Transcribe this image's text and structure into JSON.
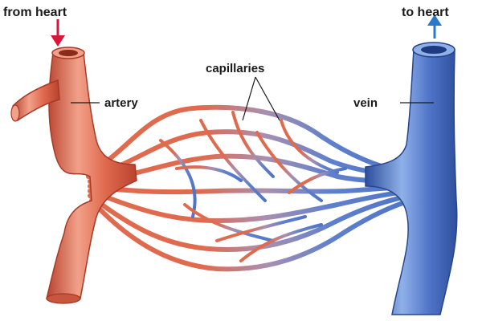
{
  "labels": {
    "from_heart": "from heart",
    "to_heart": "to heart",
    "artery": "artery",
    "vein": "vein",
    "capillaries": "capillaries"
  },
  "colors": {
    "artery": "#e06a4e",
    "artery_light": "#f2a08a",
    "artery_dark": "#b8432e",
    "vein": "#4f74c8",
    "vein_light": "#8fb0e8",
    "vein_dark": "#2e4f9c",
    "capillary_mid": "#a98fb0",
    "arrow_in": "#d8173a",
    "arrow_out": "#2a78c8"
  }
}
